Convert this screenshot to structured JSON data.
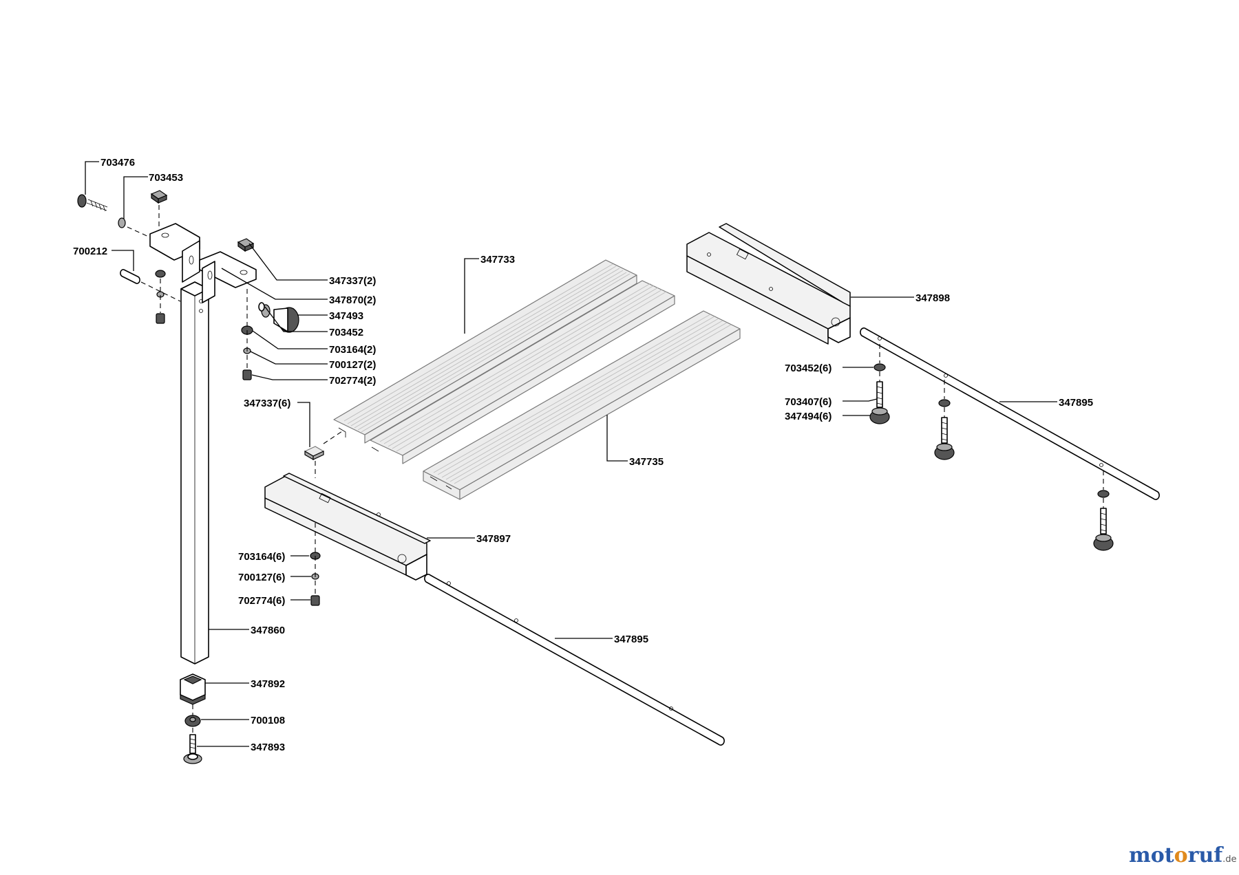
{
  "labels": {
    "l703476": "703476",
    "l703453": "703453",
    "l700212": "700212",
    "l347337_2": "347337(2)",
    "l347870_2": "347870(2)",
    "l347493": "347493",
    "l703452": "703452",
    "l703164_2": "703164(2)",
    "l700127_2": "700127(2)",
    "l702774_2": "702774(2)",
    "l347337_6": "347337(6)",
    "l347733": "347733",
    "l347735": "347735",
    "l347897": "347897",
    "l703164_6": "703164(6)",
    "l700127_6": "700127(6)",
    "l702774_6": "702774(6)",
    "l347860": "347860",
    "l347895_front": "347895",
    "l347892": "347892",
    "l700108": "700108",
    "l347893": "347893",
    "l347898": "347898",
    "l703452_6": "703452(6)",
    "l703407_6": "703407(6)",
    "l347494_6": "347494(6)",
    "l347895_rear": "347895"
  },
  "brand": {
    "part1": "mot",
    "part2": "o",
    "part3": "ruf",
    "tld": ".de"
  }
}
